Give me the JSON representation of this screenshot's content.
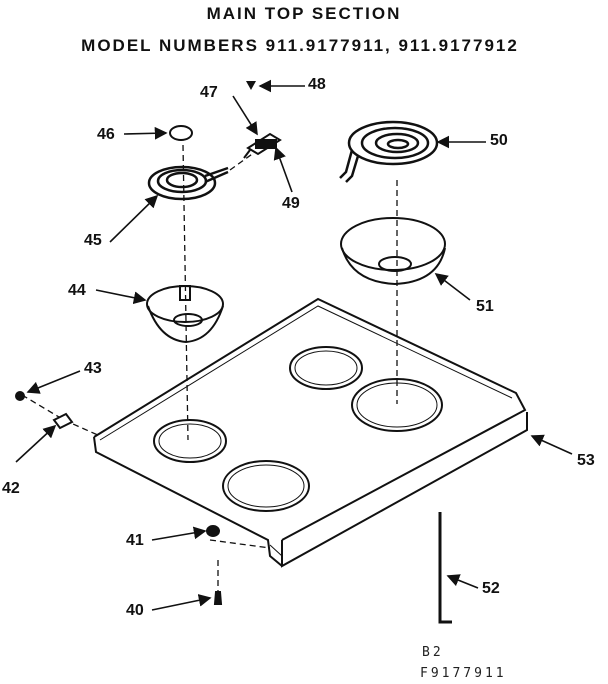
{
  "header": {
    "title": "MAIN TOP SECTION",
    "subtitle": "MODEL NUMBERS 911.9177911, 911.9177912"
  },
  "parts": [
    {
      "id": "p40",
      "label": "40"
    },
    {
      "id": "p41",
      "label": "41"
    },
    {
      "id": "p42",
      "label": "42"
    },
    {
      "id": "p43",
      "label": "43"
    },
    {
      "id": "p44",
      "label": "44"
    },
    {
      "id": "p45",
      "label": "45"
    },
    {
      "id": "p46",
      "label": "46"
    },
    {
      "id": "p47",
      "label": "47"
    },
    {
      "id": "p48",
      "label": "48"
    },
    {
      "id": "p49",
      "label": "49"
    },
    {
      "id": "p50",
      "label": "50"
    },
    {
      "id": "p51",
      "label": "51"
    },
    {
      "id": "p52",
      "label": "52"
    },
    {
      "id": "p53",
      "label": "53"
    }
  ],
  "footer": {
    "code1": "B2",
    "code2": "F9177911"
  }
}
